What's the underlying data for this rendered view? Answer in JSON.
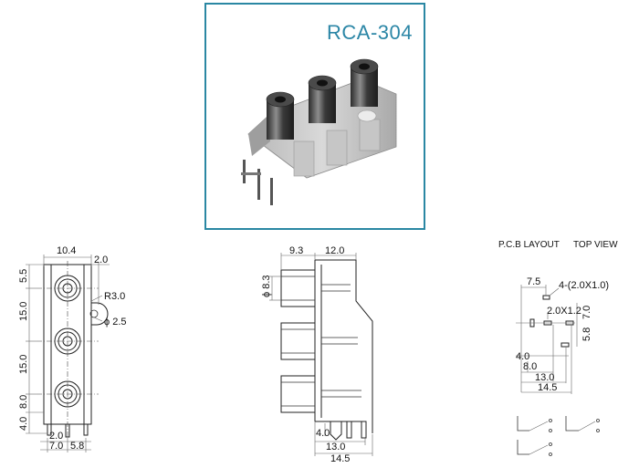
{
  "photo": {
    "model": "RCA-304"
  },
  "front_view": {
    "width_top": "10.4",
    "flange": "2.0",
    "radius": "R3.0",
    "hole": "ϕ 2.5",
    "v_5_5": "5.5",
    "v_15_a": "15.0",
    "v_15_b": "15.0",
    "v_8": "8.0",
    "v_4": "4.0",
    "b_2": "2.0",
    "b_7": "7.0",
    "b_5_8": "5.8"
  },
  "side_view": {
    "w_9_3": "9.3",
    "w_12": "12.0",
    "dia": "ϕ 8.3",
    "h_4": "4.0",
    "b_13": "13.0",
    "b_14_5": "14.5"
  },
  "pcb": {
    "title": "P.C.B LAYOUT",
    "view": "TOP VIEW",
    "d_7_5": "7.5",
    "d_slots": "4-(2.0X1.0)",
    "d_2x1_2": "2.0X1.2",
    "d_7": "7.0",
    "d_5_8": "5.8",
    "d_4": "4.0",
    "d_8": "8.0",
    "d_13": "13.0",
    "d_14_5": "14.5"
  },
  "colors": {
    "frame": "#2a87a3",
    "model_text": "#2b86a6"
  }
}
